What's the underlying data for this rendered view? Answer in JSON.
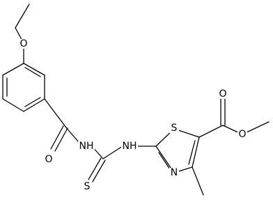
{
  "molecule": {
    "atoms": {
      "o_ether": "O",
      "o_carbonyl_amide": "O",
      "nh_amide": "NH",
      "s_thione": "S",
      "nh_thiourea": "NH",
      "s_ring": "S",
      "n_ring": "N",
      "o_carbonyl_ester": "O",
      "o_ester": "O"
    }
  },
  "colors": {
    "bond": "#000000",
    "label": "#000000",
    "background": "#ffffff"
  }
}
